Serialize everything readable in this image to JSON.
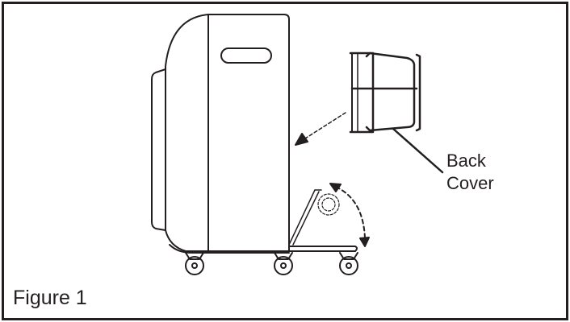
{
  "callout": {
    "line1": "Back",
    "line2": "Cover"
  },
  "caption": "Figure 1",
  "colors": {
    "ink": "#231f20",
    "background": "#ffffff"
  }
}
